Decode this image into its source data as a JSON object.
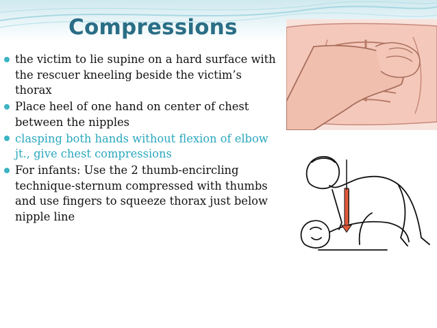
{
  "slide": {
    "title": "Compressions",
    "bullets": [
      {
        "text": "the victim to lie supine on a hard surface with the rescuer kneeling beside the victim’s thorax",
        "style": "dark"
      },
      {
        "text": "Place heel of one hand on center of chest between the nipples",
        "style": "dark"
      },
      {
        "text": "clasping both hands without flexion of elbow jt., give chest compressions",
        "style": "blue"
      },
      {
        "text": "For infants: Use the 2 thumb-encircling technique-sternum compressed with thumbs and use fingers to squeeze thorax just below nipple line",
        "style": "dark"
      }
    ]
  },
  "colors": {
    "title": "#2a6e86",
    "bullet_dot": "#3bb3c2",
    "text_dark": "#111111",
    "text_blue": "#2aa7bd",
    "arm_line": "#e05a3a",
    "skin": "#f4c9bc"
  }
}
